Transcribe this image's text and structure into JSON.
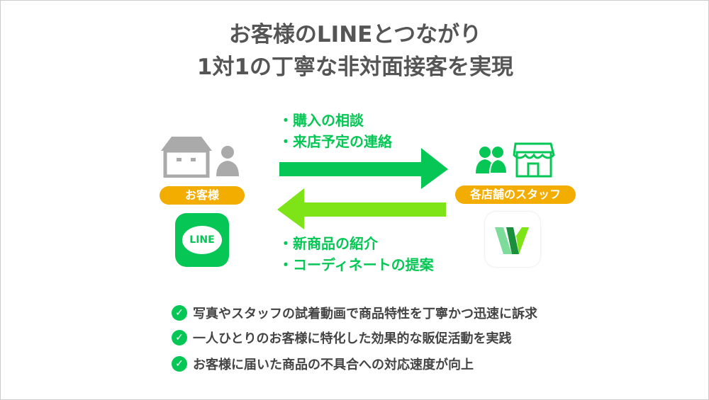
{
  "title": {
    "line1": "お客様のLINEとつながり",
    "line2": "1対1の丁寧な非対面接客を実現"
  },
  "customer": {
    "label": "お客様",
    "app_text": "LINE"
  },
  "staff": {
    "label": "各店舗のスタッフ"
  },
  "to_staff": [
    "・購入の相談",
    "・来店予定の連絡"
  ],
  "to_customer": [
    "・新商品の紹介",
    "・コーディネートの提案"
  ],
  "benefits": [
    "写真やスタッフの試着動画で商品特性を丁寧かつ迅速に訴求",
    "一人ひとりのお客様に特化した効果的な販促活動を実践",
    "お客様に届いた商品の不具合への対応速度が向上"
  ],
  "colors": {
    "green": "#06c755",
    "lime": "#7ee317",
    "orange": "#f2ad00",
    "gray": "#aaaaaa"
  }
}
